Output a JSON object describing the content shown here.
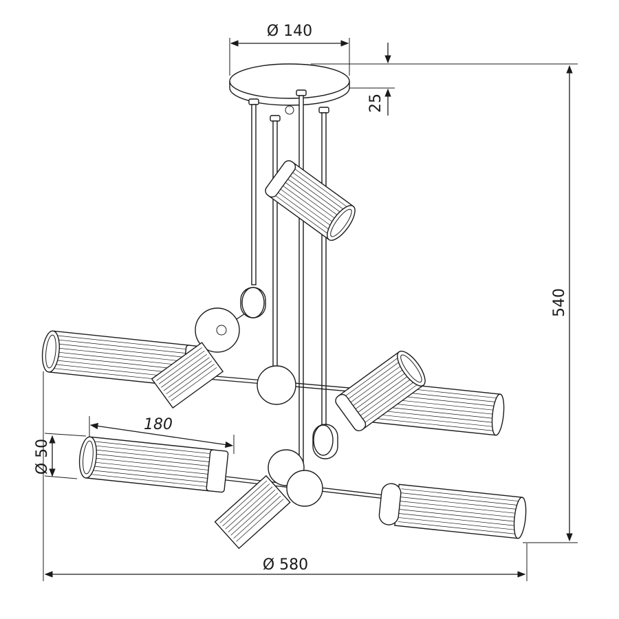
{
  "drawing": {
    "dimensions": {
      "canopy_diameter": "Ø 140",
      "canopy_height": "25",
      "total_height": "540",
      "shade_length": "180",
      "shade_diameter": "Ø 50",
      "total_diameter": "Ø 580"
    },
    "colors": {
      "line": "#1a1a1a",
      "background": "#ffffff"
    }
  }
}
